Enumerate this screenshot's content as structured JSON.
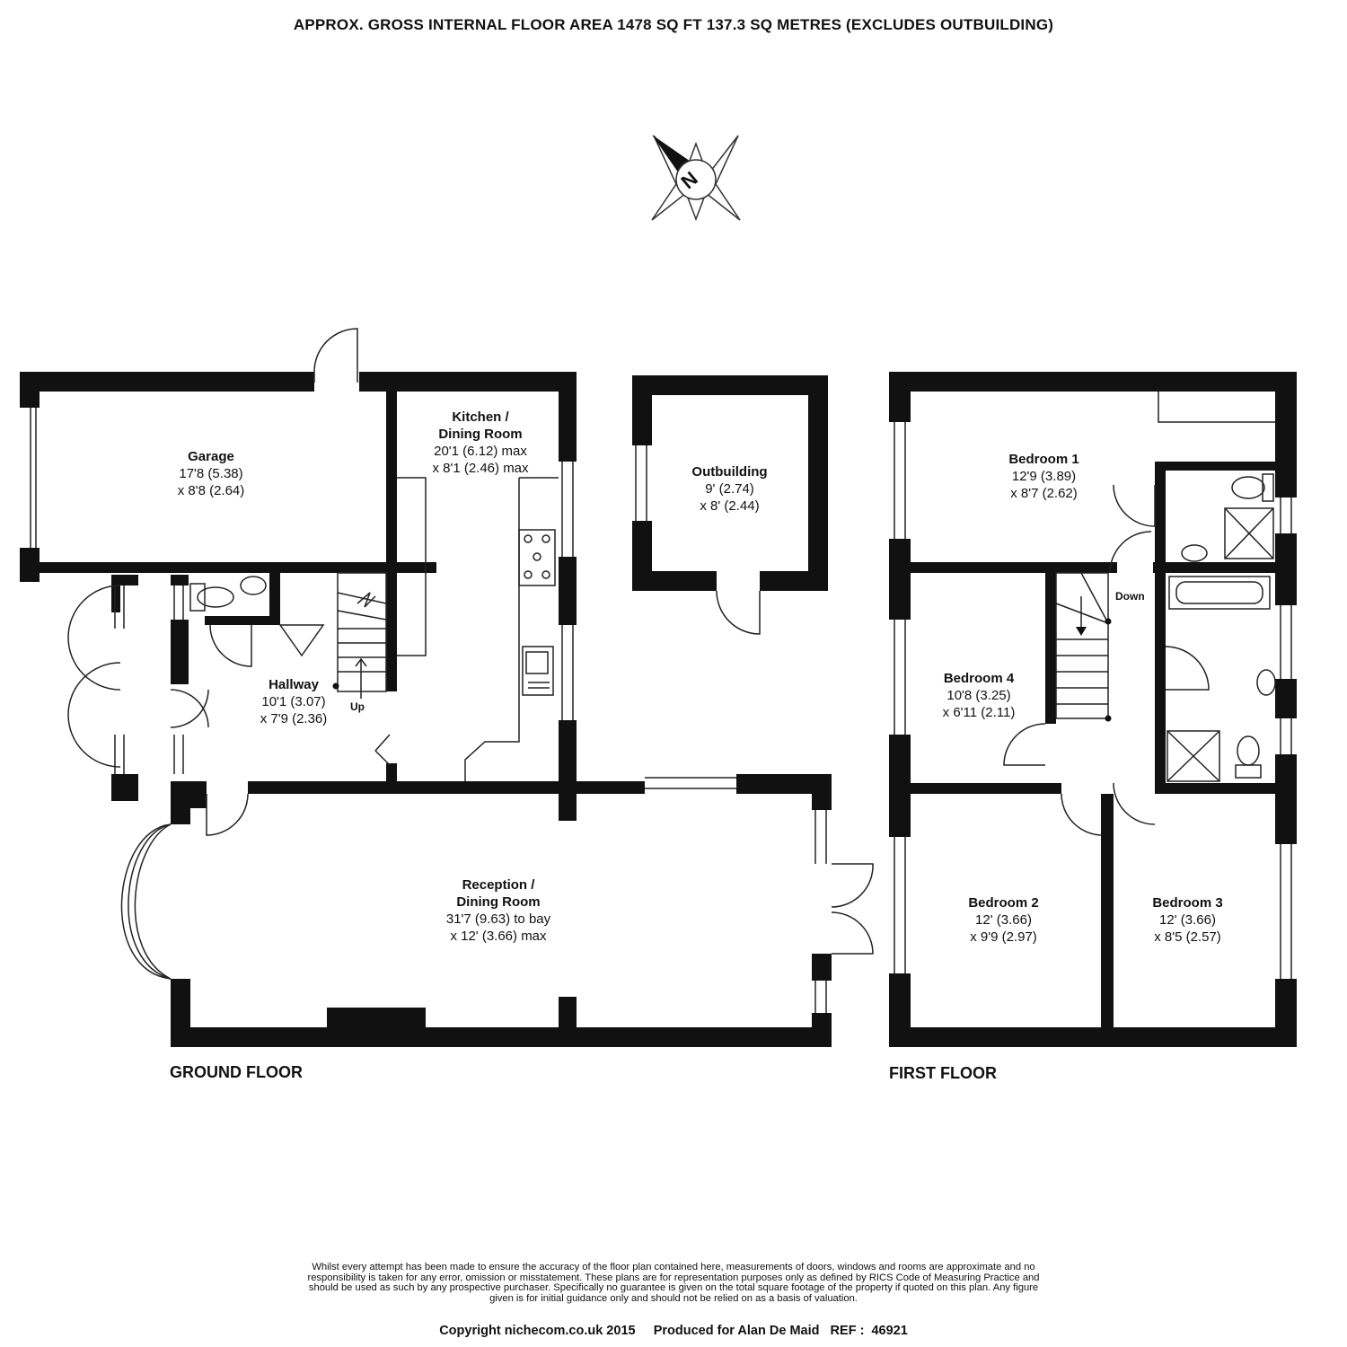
{
  "header": {
    "title": "APPROX. GROSS INTERNAL FLOOR AREA 1478 SQ FT 137.3 SQ METRES (EXCLUDES OUTBUILDING)"
  },
  "compass": {
    "icon": "north-compass-icon",
    "label": "N"
  },
  "floors": {
    "ground": "GROUND FLOOR",
    "first": "FIRST FLOOR"
  },
  "rooms": {
    "garage": {
      "name": "Garage",
      "dim1": "17'8 (5.38)",
      "dim2": "x 8'8 (2.64)"
    },
    "kitchen": {
      "name1": "Kitchen /",
      "name2": "Dining Room",
      "dim1": "20'1 (6.12) max",
      "dim2": "x 8'1 (2.46) max"
    },
    "outbuilding": {
      "name": "Outbuilding",
      "dim1": "9' (2.74)",
      "dim2": "x 8' (2.44)"
    },
    "hallway": {
      "name": "Hallway",
      "dim1": "10'1 (3.07)",
      "dim2": "x 7'9 (2.36)"
    },
    "reception": {
      "name1": "Reception /",
      "name2": "Dining Room",
      "dim1": "31'7 (9.63) to bay",
      "dim2": "x 12' (3.66) max"
    },
    "bedroom1": {
      "name": "Bedroom 1",
      "dim1": "12'9 (3.89)",
      "dim2": "x 8'7 (2.62)"
    },
    "bedroom4": {
      "name": "Bedroom 4",
      "dim1": "10'8 (3.25)",
      "dim2": "x 6'11 (2.11)"
    },
    "bedroom2": {
      "name": "Bedroom 2",
      "dim1": "12' (3.66)",
      "dim2": "x 9'9 (2.97)"
    },
    "bedroom3": {
      "name": "Bedroom 3",
      "dim1": "12' (3.66)",
      "dim2": "x 8'5 (2.57)"
    }
  },
  "stairs": {
    "up": "Up",
    "down": "Down"
  },
  "footer": {
    "disclaimer": "Whilst every attempt has been made to ensure the accuracy of the floor plan contained here, measurements of doors, windows and rooms are approximate and no responsibility is taken for any error, omission or misstatement. These plans are for representation purposes only as defined by RICS Code of Measuring Practice and should be used as such by any prospective purchaser. Specifically no guarantee is given on the total square footage of the property if quoted on this plan. Any figure given is for initial guidance only and should not be relied on as a basis of valuation.",
    "copyright": "Copyright nichecom.co.uk 2015     Produced for Alan De Maid   REF :  46921"
  },
  "colors": {
    "wall": "#111111",
    "line": "#222222",
    "background": "#ffffff"
  }
}
